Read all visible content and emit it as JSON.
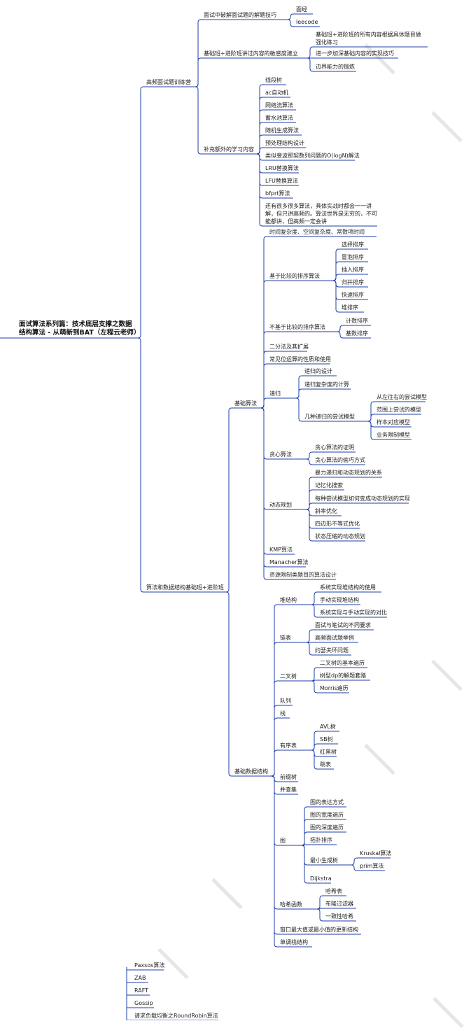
{
  "accent": "#1f3fa8",
  "watermark_color": "#e6e6e6",
  "nodes": [
    {
      "id": "root",
      "parent": null,
      "text": "面试算法系列篇：技术底层支撑之数据结构算法 - 从萌新到BAT（左程云老师）"
    },
    {
      "id": "g",
      "parent": "root",
      "text": "高频面试题训练营"
    },
    {
      "id": "g1",
      "parent": "g",
      "text": "面试中破解面试题的解题技巧"
    },
    {
      "id": "g1a",
      "parent": "g1",
      "text": "面经"
    },
    {
      "id": "g1b",
      "parent": "g1",
      "text": "leecode"
    },
    {
      "id": "g2",
      "parent": "g",
      "text": "基础班+进阶班讲过内容的敏感度建立"
    },
    {
      "id": "g2a",
      "parent": "g2",
      "text": "基础班+进阶班的所有内容根据具体题目做强化练习"
    },
    {
      "id": "g2b",
      "parent": "g2",
      "text": "进一步加深基础内容的实现技巧"
    },
    {
      "id": "g2c",
      "parent": "g2",
      "text": "边界能力的锻炼"
    },
    {
      "id": "g3",
      "parent": "g",
      "text": "补充额外的学习内容"
    },
    {
      "id": "g3a",
      "parent": "g3",
      "text": "线段树"
    },
    {
      "id": "g3b",
      "parent": "g3",
      "text": "ac自动机"
    },
    {
      "id": "g3c",
      "parent": "g3",
      "text": "网络流算法"
    },
    {
      "id": "g3d",
      "parent": "g3",
      "text": "蓄水池算法"
    },
    {
      "id": "g3e",
      "parent": "g3",
      "text": "随机生成算法"
    },
    {
      "id": "g3f",
      "parent": "g3",
      "text": "预处理结构设计"
    },
    {
      "id": "g3g",
      "parent": "g3",
      "text": "类似斐波那契数列问题的O(logN)解法"
    },
    {
      "id": "g3h",
      "parent": "g3",
      "text": "LRU替换算法"
    },
    {
      "id": "g3i",
      "parent": "g3",
      "text": "LFU替换算法"
    },
    {
      "id": "g3j",
      "parent": "g3",
      "text": "bfprt算法"
    },
    {
      "id": "g3k",
      "parent": "g3",
      "text": "还有很多很多算法，具体实战时都会一一讲解，但只讲高频的。算法世界是无穷的，不可能都讲，但高频一定会讲"
    },
    {
      "id": "a",
      "parent": "root",
      "text": "算法和数据结构基础班+进阶班"
    },
    {
      "id": "b",
      "parent": "a",
      "text": "基础算法"
    },
    {
      "id": "b1",
      "parent": "b",
      "text": "时间复杂度、空间复杂度、常数项时间"
    },
    {
      "id": "b2",
      "parent": "b",
      "text": "基于比较的排序算法"
    },
    {
      "id": "b2a",
      "parent": "b2",
      "text": "选择排序"
    },
    {
      "id": "b2b",
      "parent": "b2",
      "text": "冒泡排序"
    },
    {
      "id": "b2c",
      "parent": "b2",
      "text": "插入排序"
    },
    {
      "id": "b2d",
      "parent": "b2",
      "text": "归并排序"
    },
    {
      "id": "b2e",
      "parent": "b2",
      "text": "快速排序"
    },
    {
      "id": "b2f",
      "parent": "b2",
      "text": "堆排序"
    },
    {
      "id": "b3",
      "parent": "b",
      "text": "不基于比较的排序算法"
    },
    {
      "id": "b3a",
      "parent": "b3",
      "text": "计数排序"
    },
    {
      "id": "b3b",
      "parent": "b3",
      "text": "基数排序"
    },
    {
      "id": "b4",
      "parent": "b",
      "text": "二分法及其扩展"
    },
    {
      "id": "b5",
      "parent": "b",
      "text": "常见位运算的性质和使用"
    },
    {
      "id": "b6",
      "parent": "b",
      "text": "递归"
    },
    {
      "id": "b6a",
      "parent": "b6",
      "text": "递归的设计"
    },
    {
      "id": "b6b",
      "parent": "b6",
      "text": "递归复杂度的计算"
    },
    {
      "id": "b6c",
      "parent": "b6",
      "text": "几种递归的尝试模型"
    },
    {
      "id": "b6c1",
      "parent": "b6c",
      "text": "从左往右的尝试模型"
    },
    {
      "id": "b6c2",
      "parent": "b6c",
      "text": "范围上尝试的模型"
    },
    {
      "id": "b6c3",
      "parent": "b6c",
      "text": "样本对应模型"
    },
    {
      "id": "b6c4",
      "parent": "b6c",
      "text": "业务限制模型"
    },
    {
      "id": "b7",
      "parent": "b",
      "text": "贪心算法"
    },
    {
      "id": "b7a",
      "parent": "b7",
      "text": "贪心算法的证明"
    },
    {
      "id": "b7b",
      "parent": "b7",
      "text": "贪心算法的偷巧方式"
    },
    {
      "id": "b8",
      "parent": "b",
      "text": "动态规划"
    },
    {
      "id": "b8a",
      "parent": "b8",
      "text": "暴力递归和动态规划的关系"
    },
    {
      "id": "b8b",
      "parent": "b8",
      "text": "记忆化搜索"
    },
    {
      "id": "b8c",
      "parent": "b8",
      "text": "每种尝试模型如何变成动态规划的实现"
    },
    {
      "id": "b8d",
      "parent": "b8",
      "text": "斜率优化"
    },
    {
      "id": "b8e",
      "parent": "b8",
      "text": "四边形不等式优化"
    },
    {
      "id": "b8f",
      "parent": "b8",
      "text": "状态压缩的动态规划"
    },
    {
      "id": "b9",
      "parent": "b",
      "text": "KMP算法"
    },
    {
      "id": "b10",
      "parent": "b",
      "text": "Manacher算法"
    },
    {
      "id": "b11",
      "parent": "b",
      "text": "资源限制类题目的算法设计"
    },
    {
      "id": "d",
      "parent": "a",
      "text": "基础数据结构"
    },
    {
      "id": "d1",
      "parent": "d",
      "text": "堆结构"
    },
    {
      "id": "d1a",
      "parent": "d1",
      "text": "系统实现堆结构的使用"
    },
    {
      "id": "d1b",
      "parent": "d1",
      "text": "手动实现堆结构"
    },
    {
      "id": "d1c",
      "parent": "d1",
      "text": "系统实现与手动实现的对比"
    },
    {
      "id": "d2",
      "parent": "d",
      "text": "链表"
    },
    {
      "id": "d2a",
      "parent": "d2",
      "text": "面试与笔试的不同要求"
    },
    {
      "id": "d2b",
      "parent": "d2",
      "text": "高频面试题举例"
    },
    {
      "id": "d2c",
      "parent": "d2",
      "text": "约瑟夫环问题"
    },
    {
      "id": "d3",
      "parent": "d",
      "text": "二叉树"
    },
    {
      "id": "d3a",
      "parent": "d3",
      "text": "二叉树的基本遍历"
    },
    {
      "id": "d3b",
      "parent": "d3",
      "text": "树型dp的解题套路"
    },
    {
      "id": "d3c",
      "parent": "d3",
      "text": "Morris遍历"
    },
    {
      "id": "d4",
      "parent": "d",
      "text": "队列"
    },
    {
      "id": "d5",
      "parent": "d",
      "text": "栈"
    },
    {
      "id": "d6",
      "parent": "d",
      "text": "有序表"
    },
    {
      "id": "d6a",
      "parent": "d6",
      "text": "AVL树"
    },
    {
      "id": "d6b",
      "parent": "d6",
      "text": "SB树"
    },
    {
      "id": "d6c",
      "parent": "d6",
      "text": "红黑树"
    },
    {
      "id": "d6d",
      "parent": "d6",
      "text": "跳表"
    },
    {
      "id": "d7",
      "parent": "d",
      "text": "前缀树"
    },
    {
      "id": "d8",
      "parent": "d",
      "text": "并查集"
    },
    {
      "id": "d9",
      "parent": "d",
      "text": "图"
    },
    {
      "id": "d9a",
      "parent": "d9",
      "text": "图的表达方式"
    },
    {
      "id": "d9b",
      "parent": "d9",
      "text": "图的宽度遍历"
    },
    {
      "id": "d9c",
      "parent": "d9",
      "text": "图的深度遍历"
    },
    {
      "id": "d9d",
      "parent": "d9",
      "text": "拓扑排序"
    },
    {
      "id": "d9e",
      "parent": "d9",
      "text": "最小生成树"
    },
    {
      "id": "d9e1",
      "parent": "d9e",
      "text": "Kruskal算法"
    },
    {
      "id": "d9e2",
      "parent": "d9e",
      "text": "prim算法"
    },
    {
      "id": "d9f",
      "parent": "d9",
      "text": "Dijkstra"
    },
    {
      "id": "d10",
      "parent": "d",
      "text": "哈希函数"
    },
    {
      "id": "d10a",
      "parent": "d10",
      "text": "哈希表"
    },
    {
      "id": "d10b",
      "parent": "d10",
      "text": "布隆过滤器"
    },
    {
      "id": "d10c",
      "parent": "d10",
      "text": "一致性哈希"
    },
    {
      "id": "d11",
      "parent": "d",
      "text": "窗口最大值或最小值的更新结构"
    },
    {
      "id": "d12",
      "parent": "d",
      "text": "单调栈结构"
    },
    {
      "id": "z1",
      "parent": "ext",
      "text": "Paxsos算法"
    },
    {
      "id": "z2",
      "parent": "ext",
      "text": "ZAB"
    },
    {
      "id": "z3",
      "parent": "ext",
      "text": "RAFT"
    },
    {
      "id": "z4",
      "parent": "ext",
      "text": "Gossip"
    },
    {
      "id": "z5",
      "parent": "ext",
      "text": "请求负载均衡之RoundRobin算法"
    }
  ]
}
